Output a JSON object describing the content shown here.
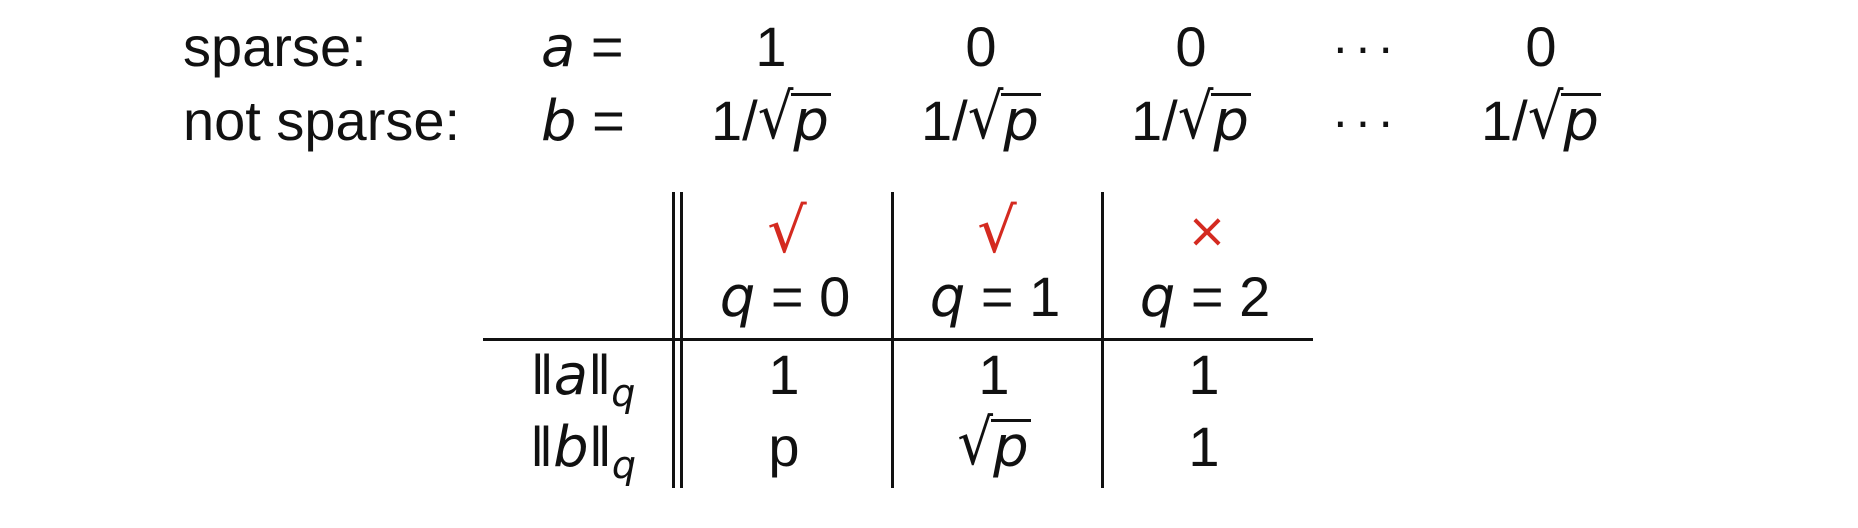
{
  "rows": {
    "sparse": {
      "label": "sparse:",
      "var": "a",
      "eq": " =",
      "values": [
        "1",
        "0",
        "0",
        "···",
        "0"
      ]
    },
    "not_sparse": {
      "label": "not sparse:",
      "var": "b",
      "eq": " =",
      "values": [
        {
          "num": "1/",
          "rad": "p"
        },
        {
          "num": "1/",
          "rad": "p"
        },
        {
          "num": "1/",
          "rad": "p"
        },
        "···",
        {
          "num": "1/",
          "rad": "p"
        }
      ]
    }
  },
  "table": {
    "marks": [
      {
        "symbol": "√",
        "color": "#d42a20"
      },
      {
        "symbol": "√",
        "color": "#d42a20"
      },
      {
        "symbol": "×",
        "color": "#d42a20"
      }
    ],
    "headers": [
      {
        "q": "q",
        "eq": " = ",
        "n": "0"
      },
      {
        "q": "q",
        "eq": " = ",
        "n": "1"
      },
      {
        "q": "q",
        "eq": " = ",
        "n": "2"
      }
    ],
    "row_labels": [
      {
        "open": "‖",
        "var": "a",
        "close": "‖",
        "sub": "q"
      },
      {
        "open": "‖",
        "var": "b",
        "close": "‖",
        "sub": "q"
      }
    ],
    "cells": [
      [
        "1",
        "1",
        "1"
      ],
      [
        "p",
        {
          "rad": "p"
        },
        "1"
      ]
    ]
  }
}
